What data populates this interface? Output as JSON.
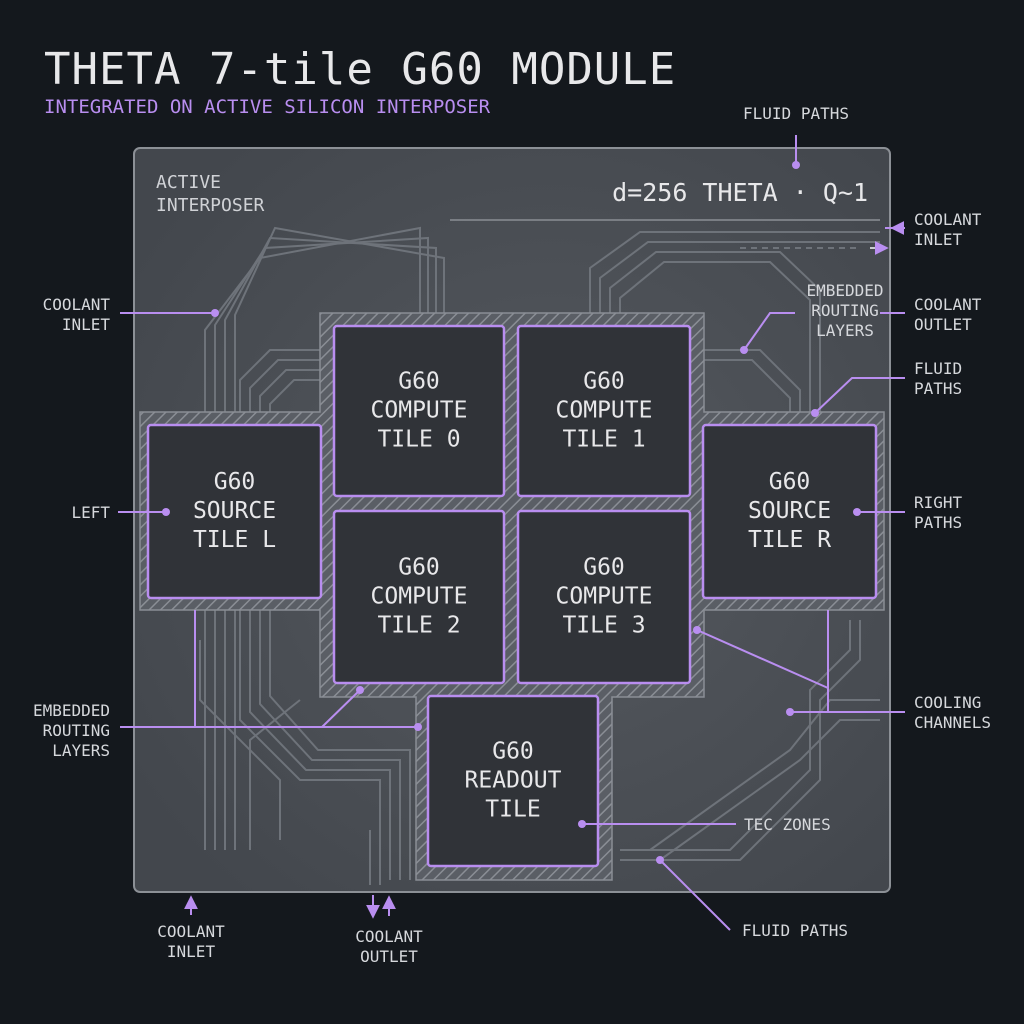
{
  "title": "THETA 7-tile G60 MODULE",
  "subtitle": "INTEGRATED ON ACTIVE SILICON INTERPOSER",
  "interposer": {
    "label_lines": [
      "ACTIVE",
      "INTERPOSER"
    ],
    "spec": "d=256 THETA · Q~1"
  },
  "tiles": [
    {
      "id": "compute-0",
      "lines": [
        "G60",
        "COMPUTE",
        "TILE 0"
      ]
    },
    {
      "id": "compute-1",
      "lines": [
        "G60",
        "COMPUTE",
        "TILE 1"
      ]
    },
    {
      "id": "source-l",
      "lines": [
        "G60",
        "SOURCE",
        "TILE L"
      ]
    },
    {
      "id": "source-r",
      "lines": [
        "G60",
        "SOURCE",
        "TILE R"
      ]
    },
    {
      "id": "compute-2",
      "lines": [
        "G60",
        "COMPUTE",
        "TILE 2"
      ]
    },
    {
      "id": "compute-3",
      "lines": [
        "G60",
        "COMPUTE",
        "TILE 3"
      ]
    },
    {
      "id": "readout",
      "lines": [
        "G60",
        "READOUT",
        "TILE"
      ]
    }
  ],
  "callouts": [
    {
      "id": "fluid-paths-top",
      "lines": [
        "FLUID PATHS"
      ]
    },
    {
      "id": "coolant-inlet-right",
      "lines": [
        "COOLANT",
        "INLET"
      ]
    },
    {
      "id": "coolant-inlet-left",
      "lines": [
        "COOLANT",
        "INLET"
      ]
    },
    {
      "id": "embedded-routing-top",
      "lines": [
        "EMBEDDED",
        "ROUTING",
        "LAYERS"
      ]
    },
    {
      "id": "coolant-outlet-right",
      "lines": [
        "COOLANT",
        "OUTLET"
      ]
    },
    {
      "id": "fluid-paths-right",
      "lines": [
        "FLUID",
        "PATHS"
      ]
    },
    {
      "id": "left",
      "lines": [
        "LEFT"
      ]
    },
    {
      "id": "right-paths",
      "lines": [
        "RIGHT",
        "PATHS"
      ]
    },
    {
      "id": "embedded-routing-left",
      "lines": [
        "EMBEDDED",
        "ROUTING",
        "LAYERS"
      ]
    },
    {
      "id": "cooling-channels",
      "lines": [
        "COOLING",
        "CHANNELS"
      ]
    },
    {
      "id": "tec-zones",
      "lines": [
        "TEC ZONES"
      ]
    },
    {
      "id": "coolant-inlet-bottom",
      "lines": [
        "COOLANT",
        "INLET"
      ]
    },
    {
      "id": "coolant-outlet-bottom",
      "lines": [
        "COOLANT",
        "OUTLET"
      ]
    },
    {
      "id": "fluid-paths-bottom",
      "lines": [
        "FLUID PATHS"
      ]
    }
  ],
  "colors": {
    "background": "#14181d",
    "interposer": "#4a4e55",
    "tile": "#303338",
    "accent": "#b98ef0",
    "text": "#e8e8ea",
    "trace": "#6e737a"
  }
}
